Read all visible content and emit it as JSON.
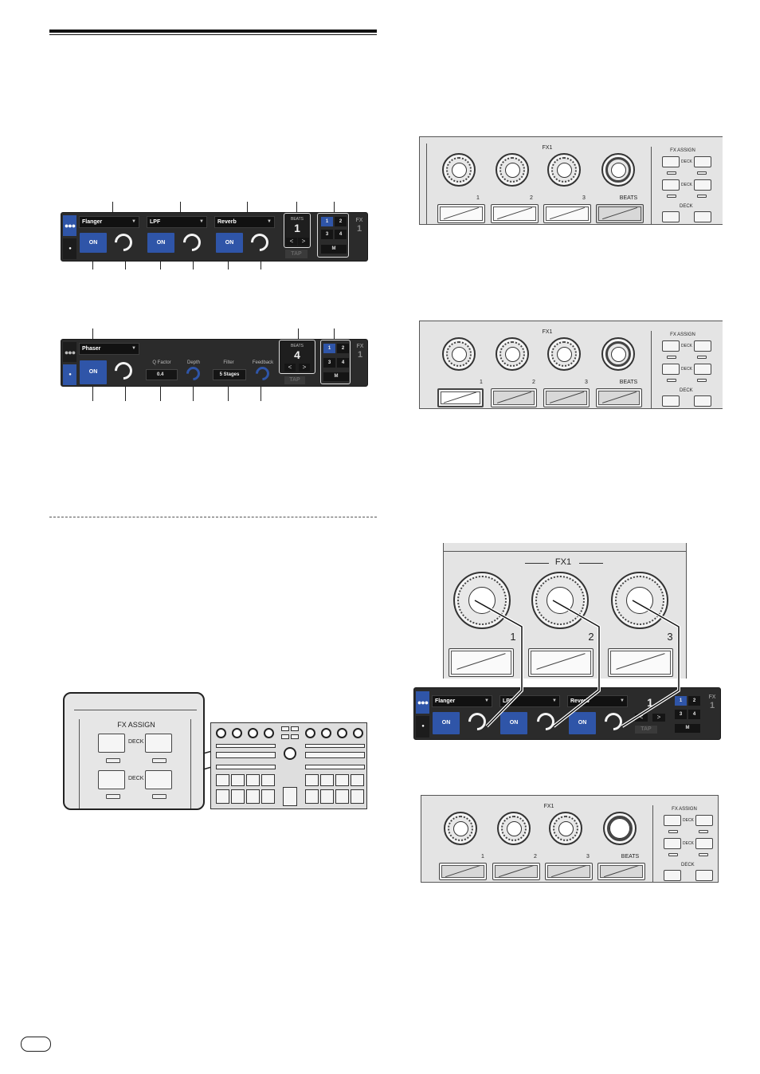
{
  "software_panel_1": {
    "slots": [
      {
        "effect": "Flanger",
        "on_label": "ON"
      },
      {
        "effect": "LPF",
        "on_label": "ON"
      },
      {
        "effect": "Reverb",
        "on_label": "ON"
      }
    ],
    "beats_label": "BEATS",
    "beats_value": "1",
    "arrow_left": "<",
    "arrow_right": ">",
    "tap_label": "TAP",
    "slot_buttons": [
      "1",
      "2",
      "3",
      "4"
    ],
    "m_label": "M",
    "fx_label": "FX",
    "fx_number": "1",
    "side_dots": "●●●",
    "side_dot": "●"
  },
  "software_panel_2": {
    "effect": "Phaser",
    "on_label": "ON",
    "params": [
      {
        "label": "Q Factor",
        "value": "0.4"
      },
      {
        "label": "Depth",
        "value": ""
      },
      {
        "label": "Filter",
        "value": "5 Stages"
      },
      {
        "label": "Feedback",
        "value": ""
      }
    ],
    "beats_label": "BEATS",
    "beats_value": "4",
    "tap_label": "TAP",
    "slot_buttons": [
      "1",
      "2",
      "3",
      "4"
    ],
    "m_label": "M",
    "fx_label": "FX",
    "fx_number": "1"
  },
  "hardware_panel": {
    "section_label": "FX1",
    "knob_labels": [
      "1",
      "2",
      "3",
      "BEATS"
    ],
    "assign_label": "FX ASSIGN",
    "deck_label": "DECK"
  },
  "fx_assign_callout": {
    "title": "FX ASSIGN",
    "deck_label": "DECK"
  },
  "mapping_diagram": {
    "section_label": "FX1",
    "knob_labels": [
      "1",
      "2",
      "3"
    ],
    "effects": [
      "Flanger",
      "LPF",
      "Reverb"
    ],
    "on_label": "ON",
    "fx_label": "FX",
    "fx_number": "1",
    "slot_buttons": [
      "1",
      "2",
      "3",
      "4"
    ],
    "m_label": "M",
    "tap_label": "TAP"
  },
  "colors": {
    "accent_blue": "#2f55a8",
    "panel_dark": "#2b2b2b"
  }
}
